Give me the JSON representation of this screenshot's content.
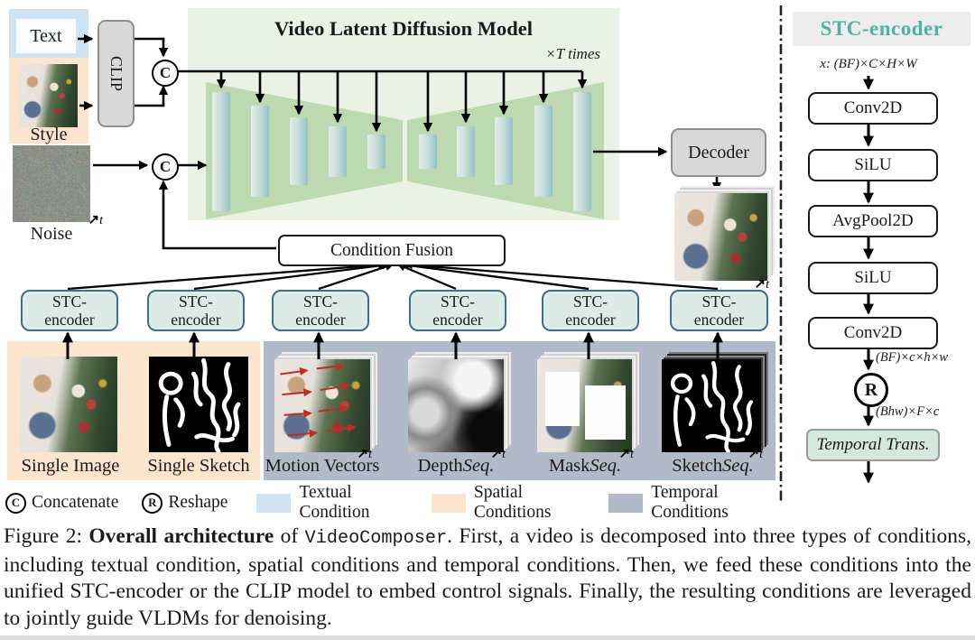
{
  "diagram": {
    "text_input": "Text",
    "style_label": "Style",
    "noise_label": "Noise",
    "clip": "CLIP",
    "concat_symbol": "C",
    "reshape_symbol": "R",
    "t_label": "t",
    "vldm_title": "Video Latent Diffusion Model",
    "t_times": "×T times",
    "decoder": "Decoder",
    "condition_fusion": "Condition Fusion",
    "stc_line1": "STC-",
    "stc_line2": "encoder",
    "conditions": [
      {
        "label": "Single Image",
        "suffix": ""
      },
      {
        "label": "Single Sketch",
        "suffix": ""
      },
      {
        "label": "Motion Vectors",
        "suffix": ""
      },
      {
        "label": "Depth ",
        "suffix": "Seq."
      },
      {
        "label": "Mask ",
        "suffix": "Seq."
      },
      {
        "label": "Sketch ",
        "suffix": "Seq."
      }
    ],
    "legend": [
      {
        "symbol": "C",
        "label": "Concatenate"
      },
      {
        "symbol": "R",
        "label": "Reshape"
      },
      {
        "label": "Textual Condition",
        "color": "#cfe3f2"
      },
      {
        "label": "Spatial Conditions",
        "color": "#fbe5cd"
      },
      {
        "label": "Temporal Conditions",
        "color": "#b0bac8"
      }
    ],
    "stc_panel": {
      "title": "STC-encoder",
      "input_dim": "x: (BF)×C×H×W",
      "blocks": [
        "Conv2D",
        "SiLU",
        "AvgPool2D",
        "SiLU",
        "Conv2D"
      ],
      "mid_dim": "(BF)×c×h×w",
      "reshape": "R",
      "out_dim": "(Bhw)×F×c",
      "temporal": "Temporal Trans."
    }
  },
  "icons": {
    "time_axis": "↗"
  },
  "colors": {
    "textual": "#cfe3f2",
    "spatial": "#fbe5cd",
    "temporal": "#b0bac8",
    "vldm_panel": "#eaf3e3",
    "trapezoid": "#bcd9b0",
    "stc_fill": "#dcebe6",
    "stc_border": "#3c6e8f",
    "accent_teal": "#50b2a0"
  },
  "caption": {
    "figure_label": "Figure 2: ",
    "bold": "Overall architecture",
    "of_word": " of ",
    "code": "VideoComposer",
    "rest": ". First, a video is decomposed into three types of conditions, including textual condition, spatial conditions and temporal conditions. Then, we feed these conditions into the unified STC-encoder or the CLIP model to embed control signals. Finally, the resulting conditions are leveraged to jointly guide VLDMs for denoising."
  }
}
